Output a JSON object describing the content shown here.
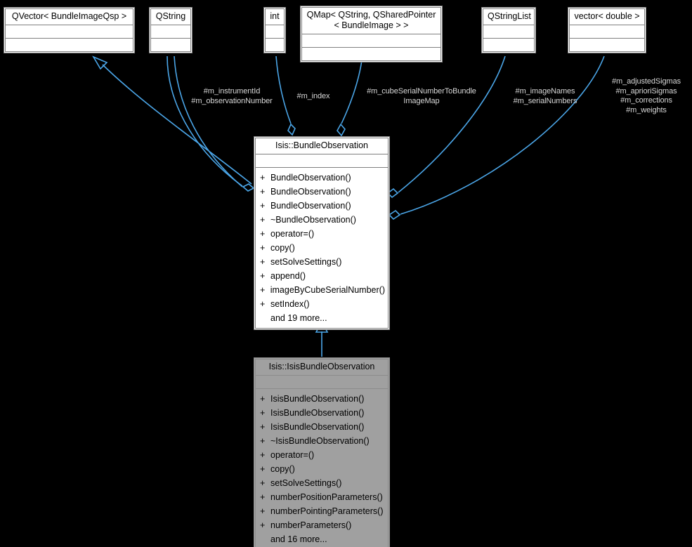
{
  "diagram": {
    "kind": "uml-class-collaboration-diagram",
    "background_color": "#000000",
    "edge_color": "#4ba6e8",
    "node_border_color": "#808080",
    "node_fill_color": "#ffffff",
    "current_node_fill_color": "#a0a0a0",
    "label_color": "#d8d8d8"
  },
  "nodes": {
    "qvector": {
      "title": "QVector< BundleImageQsp >"
    },
    "qstring": {
      "title": "QString"
    },
    "int": {
      "title": "int"
    },
    "qmap": {
      "title": "QMap< QString, QSharedPointer\n< BundleImage > >"
    },
    "qstringlist": {
      "title": "QStringList"
    },
    "vector_double": {
      "title": "vector< double >"
    },
    "bundle_observation": {
      "title": "Isis::BundleObservation",
      "operations": [
        {
          "visibility": "+",
          "name": "BundleObservation()"
        },
        {
          "visibility": "+",
          "name": "BundleObservation()"
        },
        {
          "visibility": "+",
          "name": "BundleObservation()"
        },
        {
          "visibility": "+",
          "name": "~BundleObservation()"
        },
        {
          "visibility": "+",
          "name": "operator=()"
        },
        {
          "visibility": "+",
          "name": "copy()"
        },
        {
          "visibility": "+",
          "name": "setSolveSettings()"
        },
        {
          "visibility": "+",
          "name": "append()"
        },
        {
          "visibility": "+",
          "name": "imageByCubeSerialNumber()"
        },
        {
          "visibility": "+",
          "name": "setIndex()"
        }
      ],
      "more_label": "and 19 more..."
    },
    "isis_bundle_observation": {
      "title": "Isis::IsisBundleObservation",
      "operations": [
        {
          "visibility": "+",
          "name": "IsisBundleObservation()"
        },
        {
          "visibility": "+",
          "name": "IsisBundleObservation()"
        },
        {
          "visibility": "+",
          "name": "IsisBundleObservation()"
        },
        {
          "visibility": "+",
          "name": "~IsisBundleObservation()"
        },
        {
          "visibility": "+",
          "name": "operator=()"
        },
        {
          "visibility": "+",
          "name": "copy()"
        },
        {
          "visibility": "+",
          "name": "setSolveSettings()"
        },
        {
          "visibility": "+",
          "name": "numberPositionParameters()"
        },
        {
          "visibility": "+",
          "name": "numberPointingParameters()"
        },
        {
          "visibility": "+",
          "name": "numberParameters()"
        }
      ],
      "more_label": "and 16 more..."
    }
  },
  "edge_labels": {
    "instrument_observation": "#m_instrumentId\n#m_observationNumber",
    "index": "#m_index",
    "cube_serial_map": "#m_cubeSerialNumberToBundle\nImageMap",
    "image_serial": "#m_imageNames\n#m_serialNumbers",
    "sigmas": "#m_adjustedSigmas\n#m_aprioriSigmas\n#m_corrections\n#m_weights"
  }
}
